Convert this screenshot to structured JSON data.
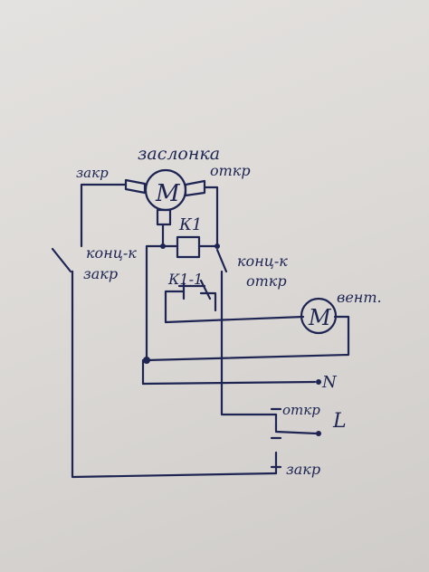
{
  "labels": {
    "damper": "заслонка",
    "close_top": "закр",
    "open_top": "откр",
    "motor": "М",
    "relay": "К1",
    "relay_contact": "К1-1",
    "limit_close_1": "конц-к",
    "limit_close_2": "закр",
    "limit_open_1": "конц-к",
    "limit_open_2": "откр",
    "fan": "вент.",
    "neutral": "N",
    "switch_open": "откр",
    "line": "L",
    "switch_close": "закр"
  },
  "colors": {
    "ink": "#1e2553",
    "paper": "#e0dedb"
  }
}
